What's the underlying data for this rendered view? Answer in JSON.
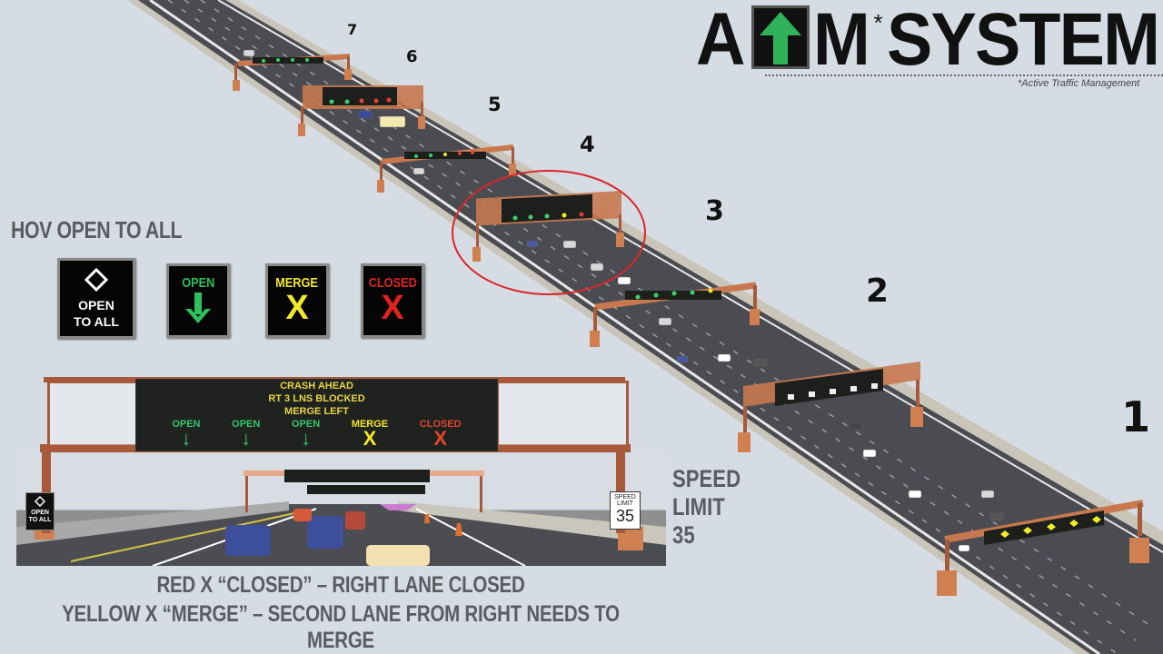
{
  "logo": {
    "letter_a": "A",
    "letter_m": "M",
    "asterisk": "*",
    "word": "SYSTEM",
    "arrow_icon": "green-up-arrow",
    "arrow_color": "#2fb25a",
    "subtitle": "*Active Traffic Management"
  },
  "hov": {
    "title": "HOV OPEN TO ALL",
    "signs": [
      {
        "label_1": "OPEN",
        "label_2": "TO ALL",
        "icon": "diamond",
        "color": "#ffffff"
      },
      {
        "label": "OPEN",
        "icon": "down-arrow",
        "glyph": "🡓",
        "color": "#2fbf5e"
      },
      {
        "label": "MERGE",
        "icon": "x-mark",
        "glyph": "X",
        "color": "#f2e82a"
      },
      {
        "label": "CLOSED",
        "icon": "x-mark",
        "glyph": "X",
        "color": "#e0231f"
      }
    ]
  },
  "gantry_sign": {
    "message_lines": [
      "CRASH AHEAD",
      "RT 3 LNS BLOCKED",
      "MERGE LEFT"
    ],
    "lanes": [
      {
        "label": "OPEN",
        "glyph": "🡓",
        "color": "#37c46a"
      },
      {
        "label": "OPEN",
        "glyph": "🡓",
        "color": "#37c46a"
      },
      {
        "label": "OPEN",
        "glyph": "🡓",
        "color": "#37c46a"
      },
      {
        "label": "MERGE",
        "glyph": "X",
        "color": "#f2e82a"
      },
      {
        "label": "CLOSED",
        "glyph": "X",
        "color": "#e4442c"
      }
    ],
    "side_sign": {
      "line_1": "OPEN",
      "line_2": "TO ALL"
    },
    "speed_sign": {
      "line_1": "SPEED",
      "line_2": "LIMIT",
      "value": "35"
    }
  },
  "speed_limit_text": {
    "line_1": "SPEED",
    "line_2": "LIMIT",
    "line_3": "35"
  },
  "captions": [
    "RED X “CLOSED” – RIGHT LANE CLOSED",
    "YELLOW X “MERGE” – SECOND LANE FROM RIGHT NEEDS TO MERGE"
  ],
  "gantry_numbers": [
    "1",
    "2",
    "3",
    "4",
    "5",
    "6",
    "7"
  ],
  "highlight_color": "#d9262a"
}
